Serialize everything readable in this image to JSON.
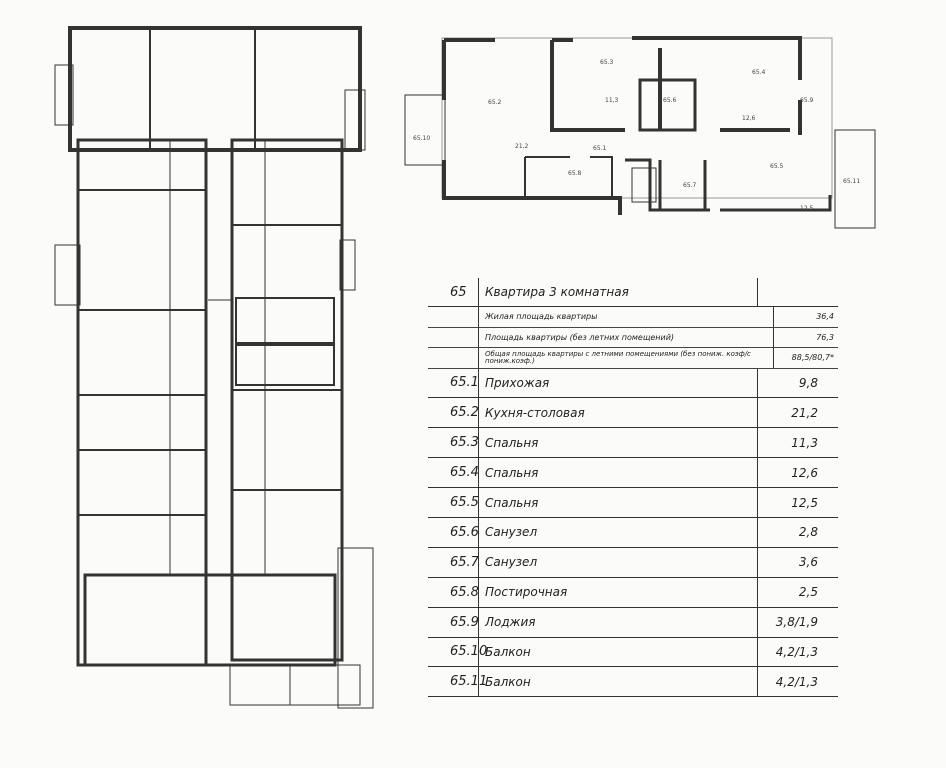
{
  "apartment_plan": {
    "rooms": [
      {
        "id": "65.1",
        "area": "9,8"
      },
      {
        "id": "65.2",
        "area": "21,2"
      },
      {
        "id": "65.3",
        "area": "11,3"
      },
      {
        "id": "65.4",
        "area": "12,6"
      },
      {
        "id": "65.5",
        "area": "12,5"
      },
      {
        "id": "65.6",
        "area": "2,8"
      },
      {
        "id": "65.7",
        "area": "3,6"
      },
      {
        "id": "65.8",
        "area": "2,5"
      },
      {
        "id": "65.9",
        "area": "3,8"
      },
      {
        "id": "65.10",
        "area": "4,2"
      },
      {
        "id": "65.11",
        "area": "4,2"
      }
    ]
  },
  "table": {
    "apartment_number": "65",
    "apartment_title": "Квартира 3 комнатная",
    "summary": [
      {
        "label": "Жилая площадь квартиры",
        "value": "36,4"
      },
      {
        "label": "Площадь квартиры (без летних помещений)",
        "value": "76,3"
      },
      {
        "label": "Общая площадь квартиры с летними помещениями (без пониж. коэф/с пониж.коэф.)",
        "value": "88,5/80,7*"
      }
    ],
    "rows": [
      {
        "num": "65.1",
        "name": "Прихожая",
        "value": "9,8"
      },
      {
        "num": "65.2",
        "name": "Кухня-столовая",
        "value": "21,2"
      },
      {
        "num": "65.3",
        "name": "Спальня",
        "value": "11,3"
      },
      {
        "num": "65.4",
        "name": "Спальня",
        "value": "12,6"
      },
      {
        "num": "65.5",
        "name": "Спальня",
        "value": "12,5"
      },
      {
        "num": "65.6",
        "name": "Санузел",
        "value": "2,8"
      },
      {
        "num": "65.7",
        "name": "Санузел",
        "value": "3,6"
      },
      {
        "num": "65.8",
        "name": "Постирочная",
        "value": "2,5"
      },
      {
        "num": "65.9",
        "name": "Лоджия",
        "value": "3,8/1,9"
      },
      {
        "num": "65.10",
        "name": "Балкон",
        "value": "4,2/1,3"
      },
      {
        "num": "65.11",
        "name": "Балкон",
        "value": "4,2/1,3"
      }
    ]
  }
}
